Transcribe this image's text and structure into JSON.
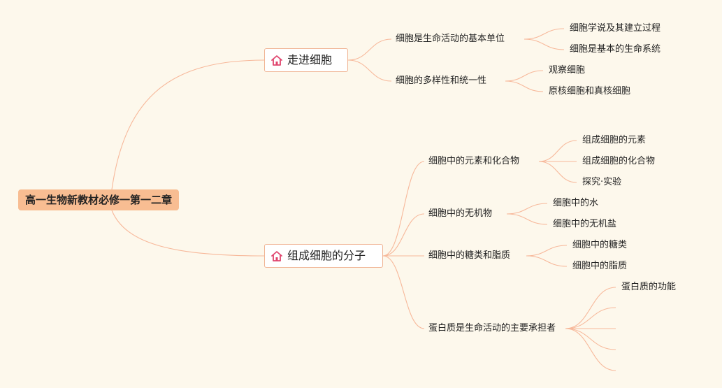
{
  "title": "高一生物新教材必修一第一二章",
  "colors": {
    "line": "#f7b89a",
    "root_fill": "#f8bd92",
    "main_border": "#f0b595",
    "icon": "#e0456e",
    "background": "#fdf8ec"
  },
  "icon": "home-icon",
  "topics": [
    {
      "label": "走进细胞",
      "children": [
        {
          "label": "细胞是生命活动的基本单位",
          "children": [
            "细胞学说及其建立过程",
            "细胞是基本的生命系统"
          ]
        },
        {
          "label": "细胞的多样性和统一性",
          "children": [
            "观察细胞",
            "原核细胞和真核细胞"
          ]
        }
      ]
    },
    {
      "label": "组成细胞的分子",
      "children": [
        {
          "label": "细胞中的元素和化合物",
          "children": [
            "组成细胞的元素",
            "组成细胞的化合物",
            "探究·实验"
          ]
        },
        {
          "label": "细胞中的无机物",
          "children": [
            "细胞中的水",
            "细胞中的无机盐"
          ]
        },
        {
          "label": "细胞中的糖类和脂质",
          "children": [
            "细胞中的糖类",
            "细胞中的脂质"
          ]
        },
        {
          "label": "蛋白质是生命活动的主要承担者",
          "children": [
            "蛋白质的功能",
            "",
            "",
            "",
            ""
          ]
        }
      ]
    }
  ]
}
